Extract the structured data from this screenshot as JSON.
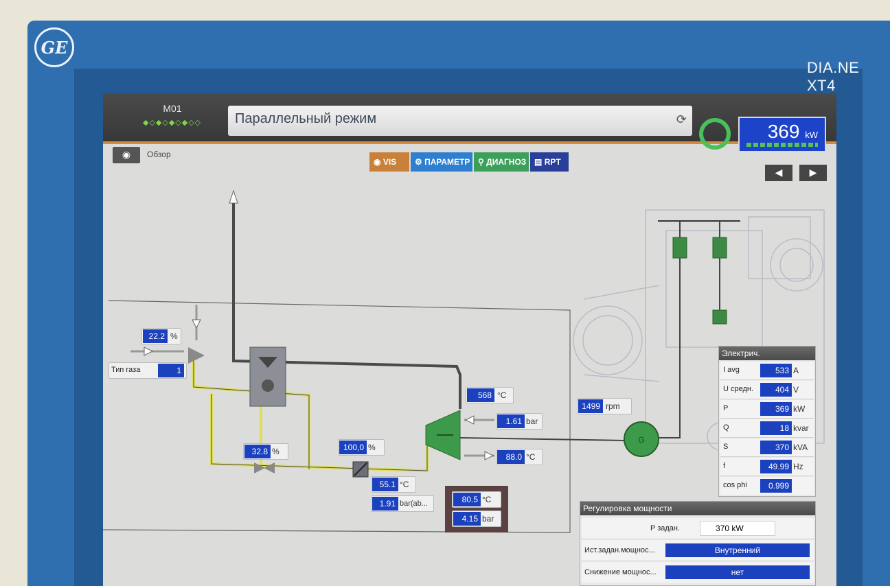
{
  "monitor": {
    "logo": "GE",
    "model": "DIA.NE XT4"
  },
  "header": {
    "unit": "M01",
    "mode": "Параллельный режим",
    "power_value": "369",
    "power_unit": "kW"
  },
  "toolbar": {
    "overview": "Обзор",
    "tabs": [
      {
        "label": "VIS",
        "icon": "eye-icon"
      },
      {
        "label": "ПАРАМЕТР",
        "icon": "wrench-icon"
      },
      {
        "label": "ДИАГНОЗ",
        "icon": "magnifier-icon"
      },
      {
        "label": "RPT",
        "icon": "document-icon"
      }
    ],
    "tab_colors": [
      "#c8803a",
      "#2f7fd0",
      "#3da05a",
      "#2a3f9a"
    ]
  },
  "process": {
    "gas_valve": {
      "value": "22.2",
      "unit": "%"
    },
    "gas_type": {
      "label": "Тип газа",
      "value": "1"
    },
    "valve2": {
      "value": "32.8",
      "unit": "%"
    },
    "throttle": {
      "value": "100,0",
      "unit": "%"
    },
    "mix_temp": {
      "value": "55.1",
      "unit": "°C"
    },
    "mix_pressure": {
      "value": "1.91",
      "unit": "bar(ab..."
    },
    "exhaust_temp": {
      "value": "568",
      "unit": "°C"
    },
    "turbo_pressure": {
      "value": "1.61",
      "unit": "bar"
    },
    "turbo_temp": {
      "value": "88.0",
      "unit": "°C"
    },
    "oil_temp": {
      "value": "80.5",
      "unit": "°C"
    },
    "oil_pressure": {
      "value": "4.15",
      "unit": "bar"
    },
    "speed": {
      "value": "1499",
      "unit": "rpm"
    },
    "generator_label": "G"
  },
  "electrical": {
    "title": "Электрич.",
    "rows": [
      {
        "label": "I avg",
        "value": "533",
        "unit": "A"
      },
      {
        "label": "U средн.",
        "value": "404",
        "unit": "V"
      },
      {
        "label": "P",
        "value": "369",
        "unit": "kW"
      },
      {
        "label": "Q",
        "value": "18",
        "unit": "kvar"
      },
      {
        "label": "S",
        "value": "370",
        "unit": "kVA"
      },
      {
        "label": "f",
        "value": "49.99",
        "unit": "Hz"
      },
      {
        "label": "cos phi",
        "value": "0.999",
        "unit": ""
      }
    ]
  },
  "power_control": {
    "title": "Регулировка мощности",
    "setpoint_label": "P задан.",
    "setpoint_value": "370 kW",
    "source_label": "Ист.задан.мощнос...",
    "source_value": "Внутренний",
    "reduction_label": "Снижение мощнос...",
    "reduction_value": "нет"
  },
  "colors": {
    "accent_blue": "#1b41bf",
    "component_green": "#3c9a4a",
    "gas_line_yellow": "#dede5a",
    "status_green": "#4ac05a"
  }
}
